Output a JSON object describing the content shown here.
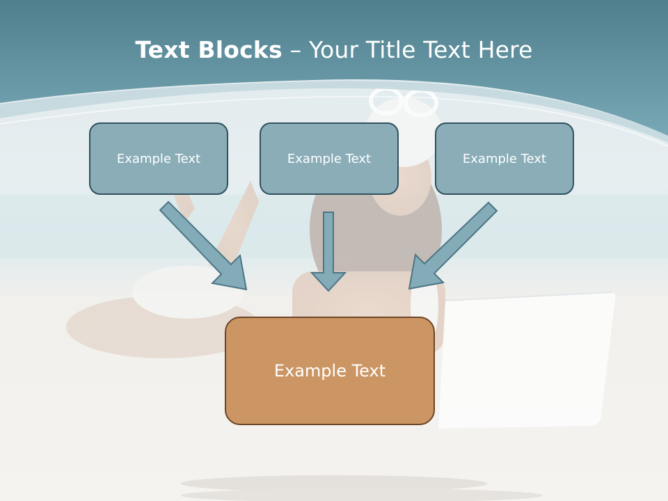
{
  "slide": {
    "title_bold": "Text Blocks",
    "title_rest": " – Your Title Text Here"
  },
  "diagram": {
    "top_boxes": [
      {
        "label": "Example Text"
      },
      {
        "label": "Example Text"
      },
      {
        "label": "Example Text"
      }
    ],
    "bottom_box": {
      "label": "Example Text"
    }
  },
  "colors": {
    "header_band": "#5e8e9c",
    "small_box_fill": "#8aadb8",
    "small_box_border": "#30515d",
    "big_box_fill": "#cc9664",
    "big_box_border": "#6c4526",
    "arrow_fill": "#84acb8",
    "arrow_stroke": "#4b7584"
  }
}
